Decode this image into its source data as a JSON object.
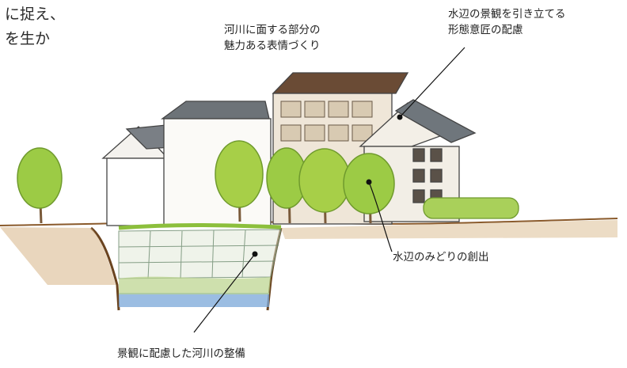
{
  "intro": {
    "line1": "に捉え、",
    "line2": "を生か"
  },
  "labels": {
    "facade_l1": "河川に面する部分の",
    "facade_l2": "魅力ある表情づくり",
    "design_l1": "水辺の景観を引き立てる",
    "design_l2": "形態意匠の配慮",
    "greenery": "水辺のみどりの創出",
    "river": "景観に配慮した河川の整備"
  }
}
